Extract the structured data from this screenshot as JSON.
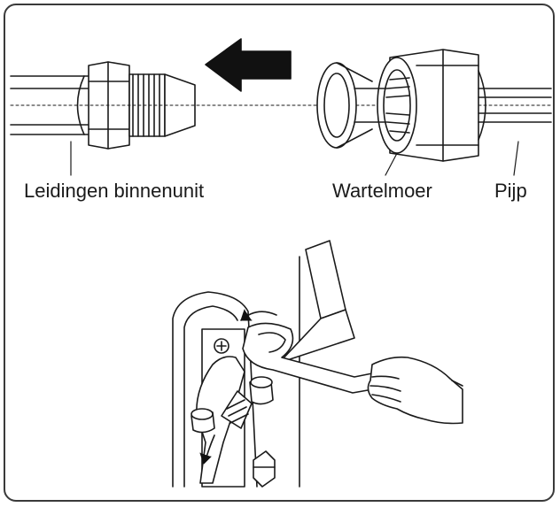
{
  "labels": {
    "indoor_piping": "Leidingen binnenunit",
    "flare_nut": "Wartelmoer",
    "pipe": "Pijp"
  },
  "icons": {
    "direction_arrow": "arrow-left-icon",
    "rotation_arrow": "curved-arrow-icon",
    "screw": "phillips-screw-icon"
  },
  "colors": {
    "line": "#1a1a1a",
    "fill": "#ffffff",
    "arrow": "#111111"
  }
}
